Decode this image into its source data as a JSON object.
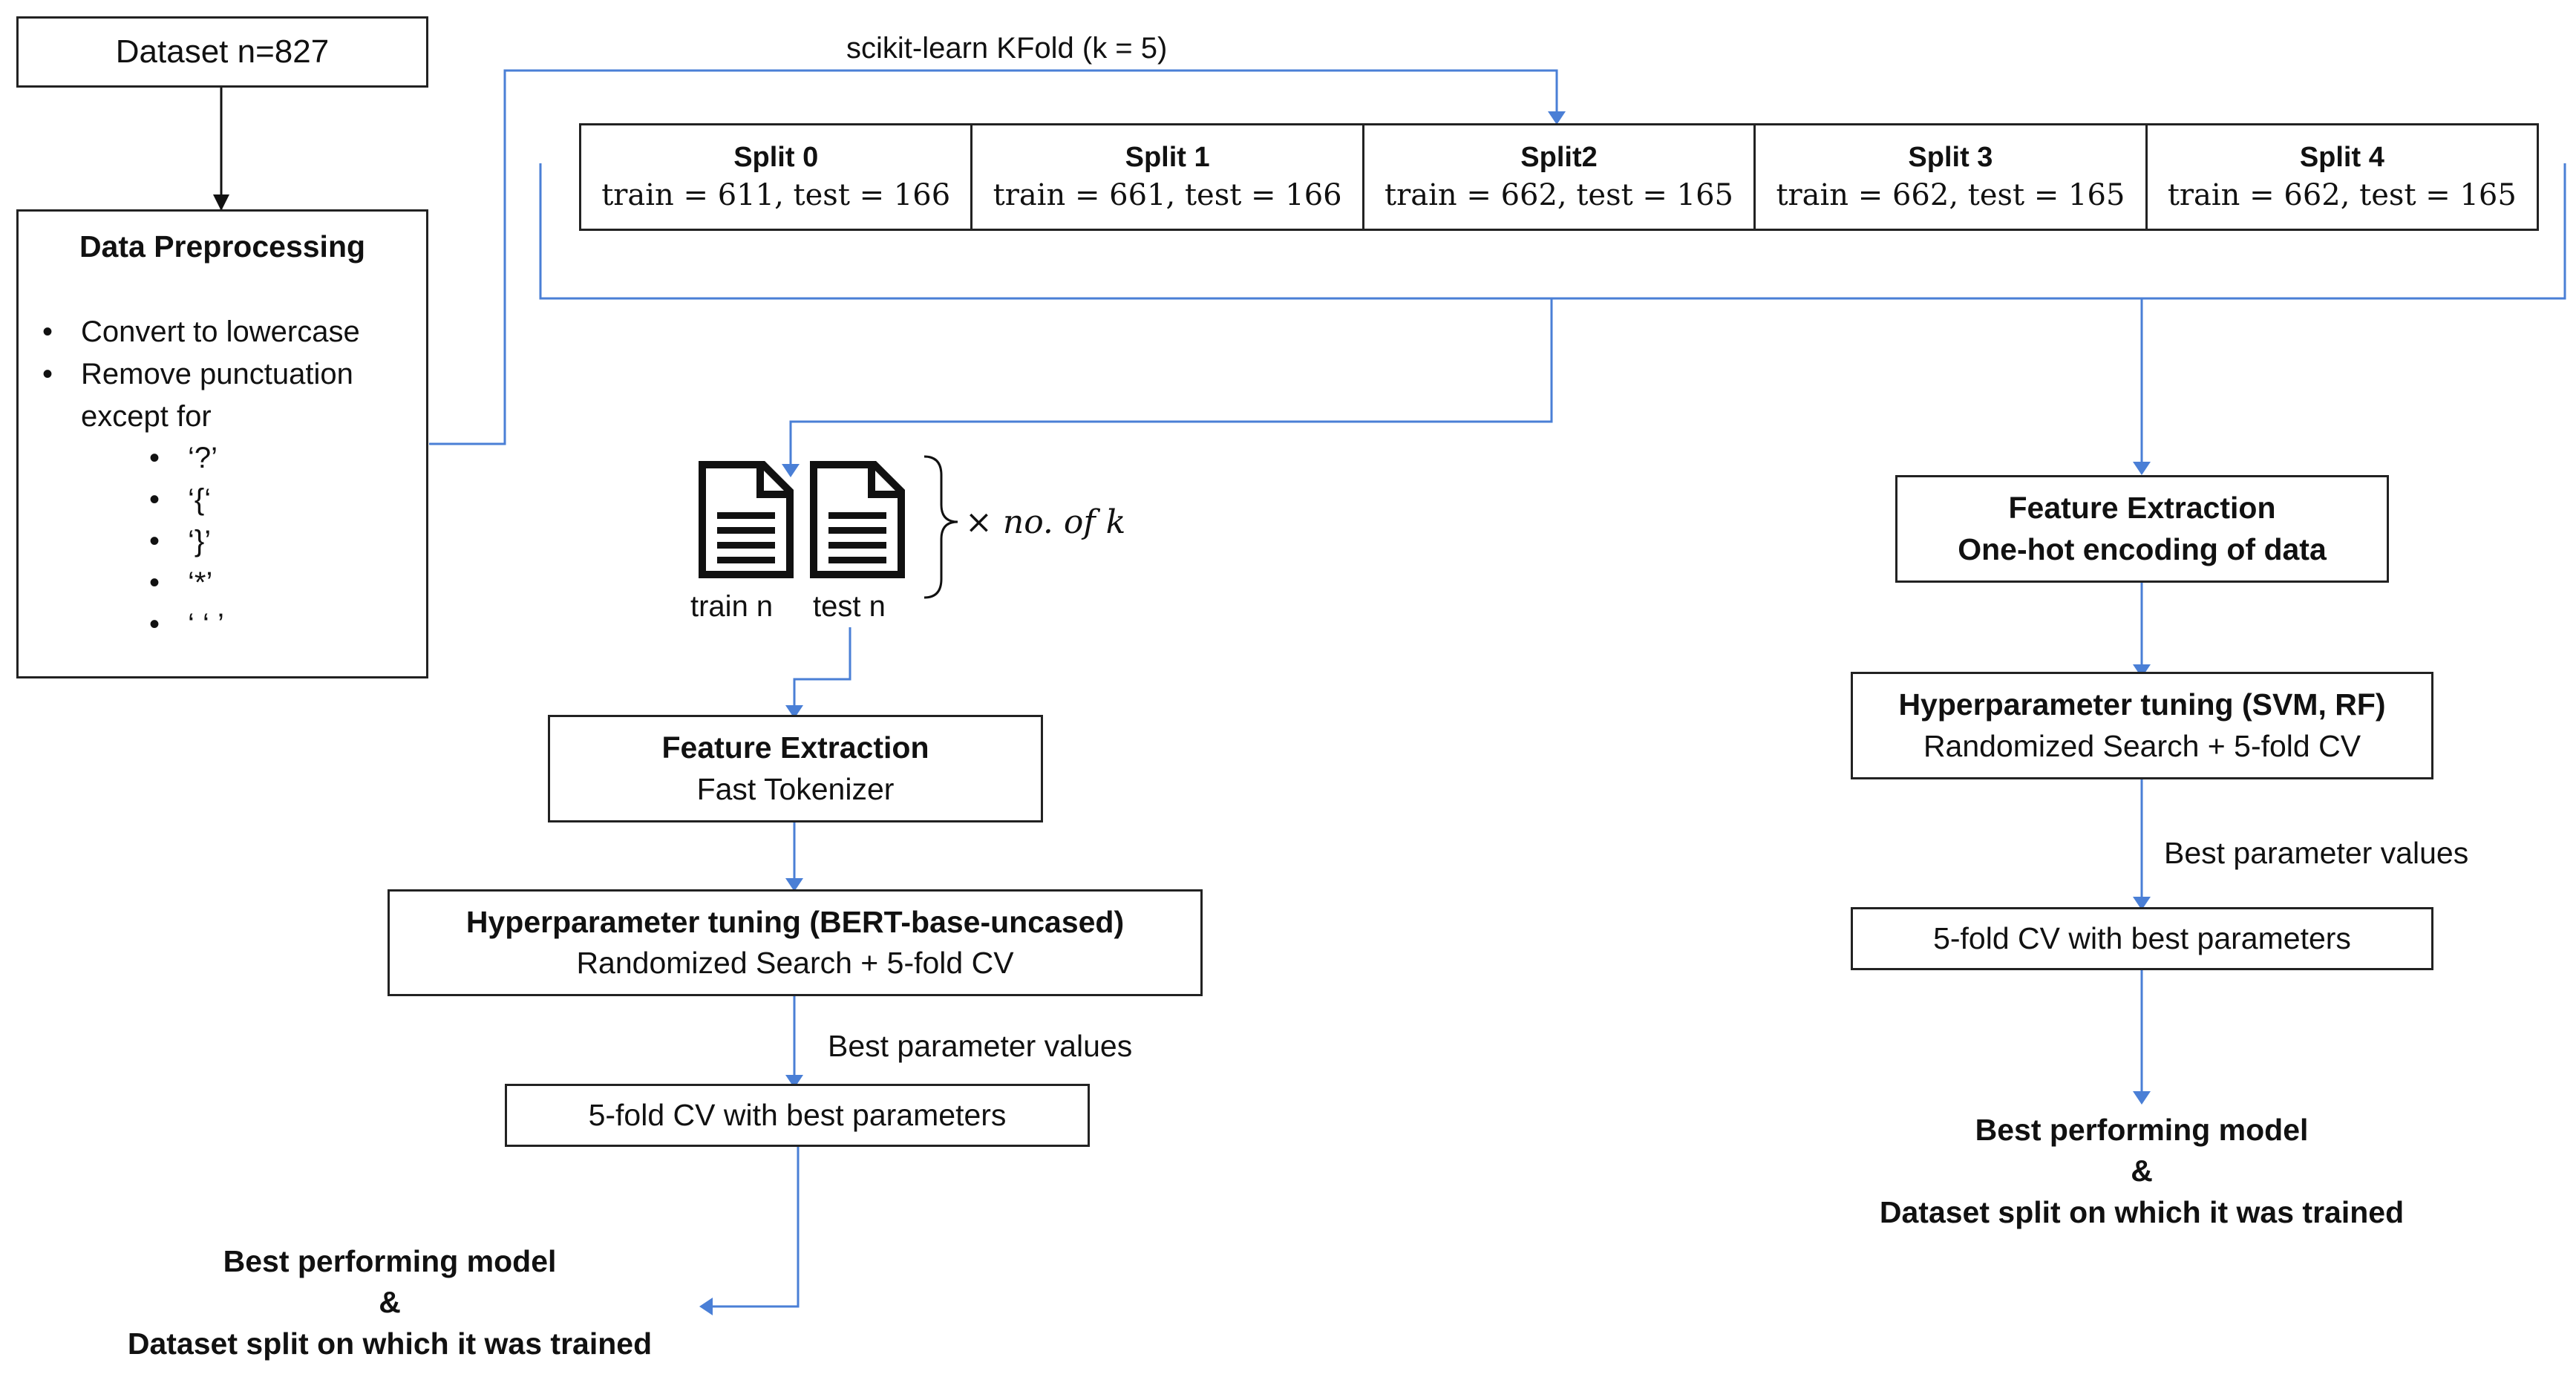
{
  "dataset": "Dataset n=827",
  "preprocessing": {
    "title": "Data Preprocessing",
    "items": [
      "Convert to lowercase",
      "Remove punctuation",
      "except for"
    ],
    "exceptions": [
      "‘?’",
      "‘{‘",
      "‘}’",
      "‘*’",
      "‘ ‘ ’"
    ]
  },
  "kfold_label": "scikit-learn KFold (k = 5)",
  "splits": [
    {
      "name": "Split 0",
      "values": "train = 611, test = 166"
    },
    {
      "name": "Split 1",
      "values": "train = 661, test = 166"
    },
    {
      "name": "Split2",
      "values": "train = 662, test = 165"
    },
    {
      "name": "Split 3",
      "values": "train = 662, test = 165"
    },
    {
      "name": "Split 4",
      "values": "train = 662, test = 165"
    }
  ],
  "docs": {
    "train_label": "train n",
    "test_label": "test n",
    "multiplier": "× no. of k"
  },
  "left": {
    "fe_title": "Feature Extraction",
    "fe_sub": "Fast Tokenizer",
    "hp_title": "Hyperparameter tuning (BERT-base-uncased)",
    "hp_sub": "Randomized Search + 5-fold CV",
    "best_params": "Best parameter values",
    "cv": "5-fold CV with best parameters",
    "out1": "Best performing model",
    "out2": "&",
    "out3": "Dataset split on which it was trained"
  },
  "right": {
    "fe_title": "Feature Extraction",
    "fe_sub": "One-hot encoding of data",
    "hp_title": "Hyperparameter tuning (SVM, RF)",
    "hp_sub": "Randomized Search + 5-fold CV",
    "best_params": "Best parameter values",
    "cv": "5-fold CV with best parameters",
    "out1": "Best performing model",
    "out2": "&",
    "out3": "Dataset split on which it was trained"
  },
  "colors": {
    "connector": "#4a7fd6",
    "box_border": "#222222"
  }
}
